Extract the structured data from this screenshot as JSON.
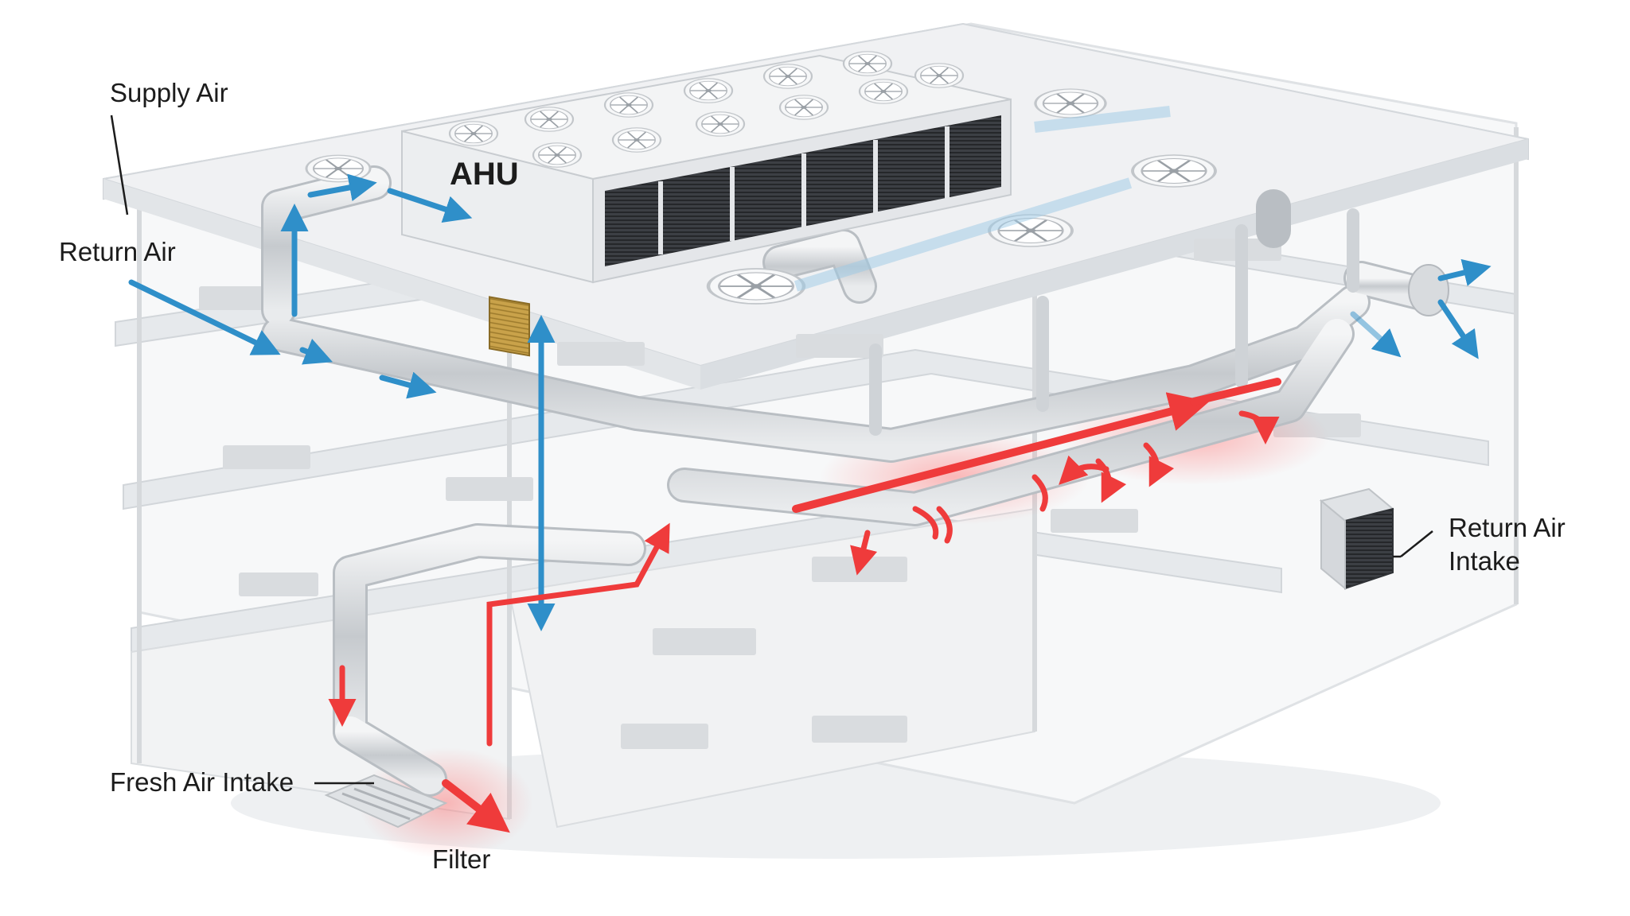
{
  "labels": {
    "supply_air": "Supply Air",
    "return_air": "Return Air",
    "return_air_intake_line1": "Return Air",
    "return_air_intake_line2": "Intake",
    "fresh_air_intake": "Fresh Air Intake",
    "filter": "Filter",
    "ahu": "AHU"
  },
  "colors": {
    "supply_arrow": "#2f8fc9",
    "warm_arrow": "#ef3b3b",
    "duct": "#c9cdd2",
    "ahu_grille": "#3a3d42",
    "filter_panel": "#c9a24a",
    "slab": "#eceef0",
    "glass": "#f4f5f6"
  },
  "icons": [
    "fan-icon",
    "supply-arrow-icon",
    "warm-air-arrow-icon",
    "filter-panel-icon",
    "return-air-grille-icon"
  ]
}
